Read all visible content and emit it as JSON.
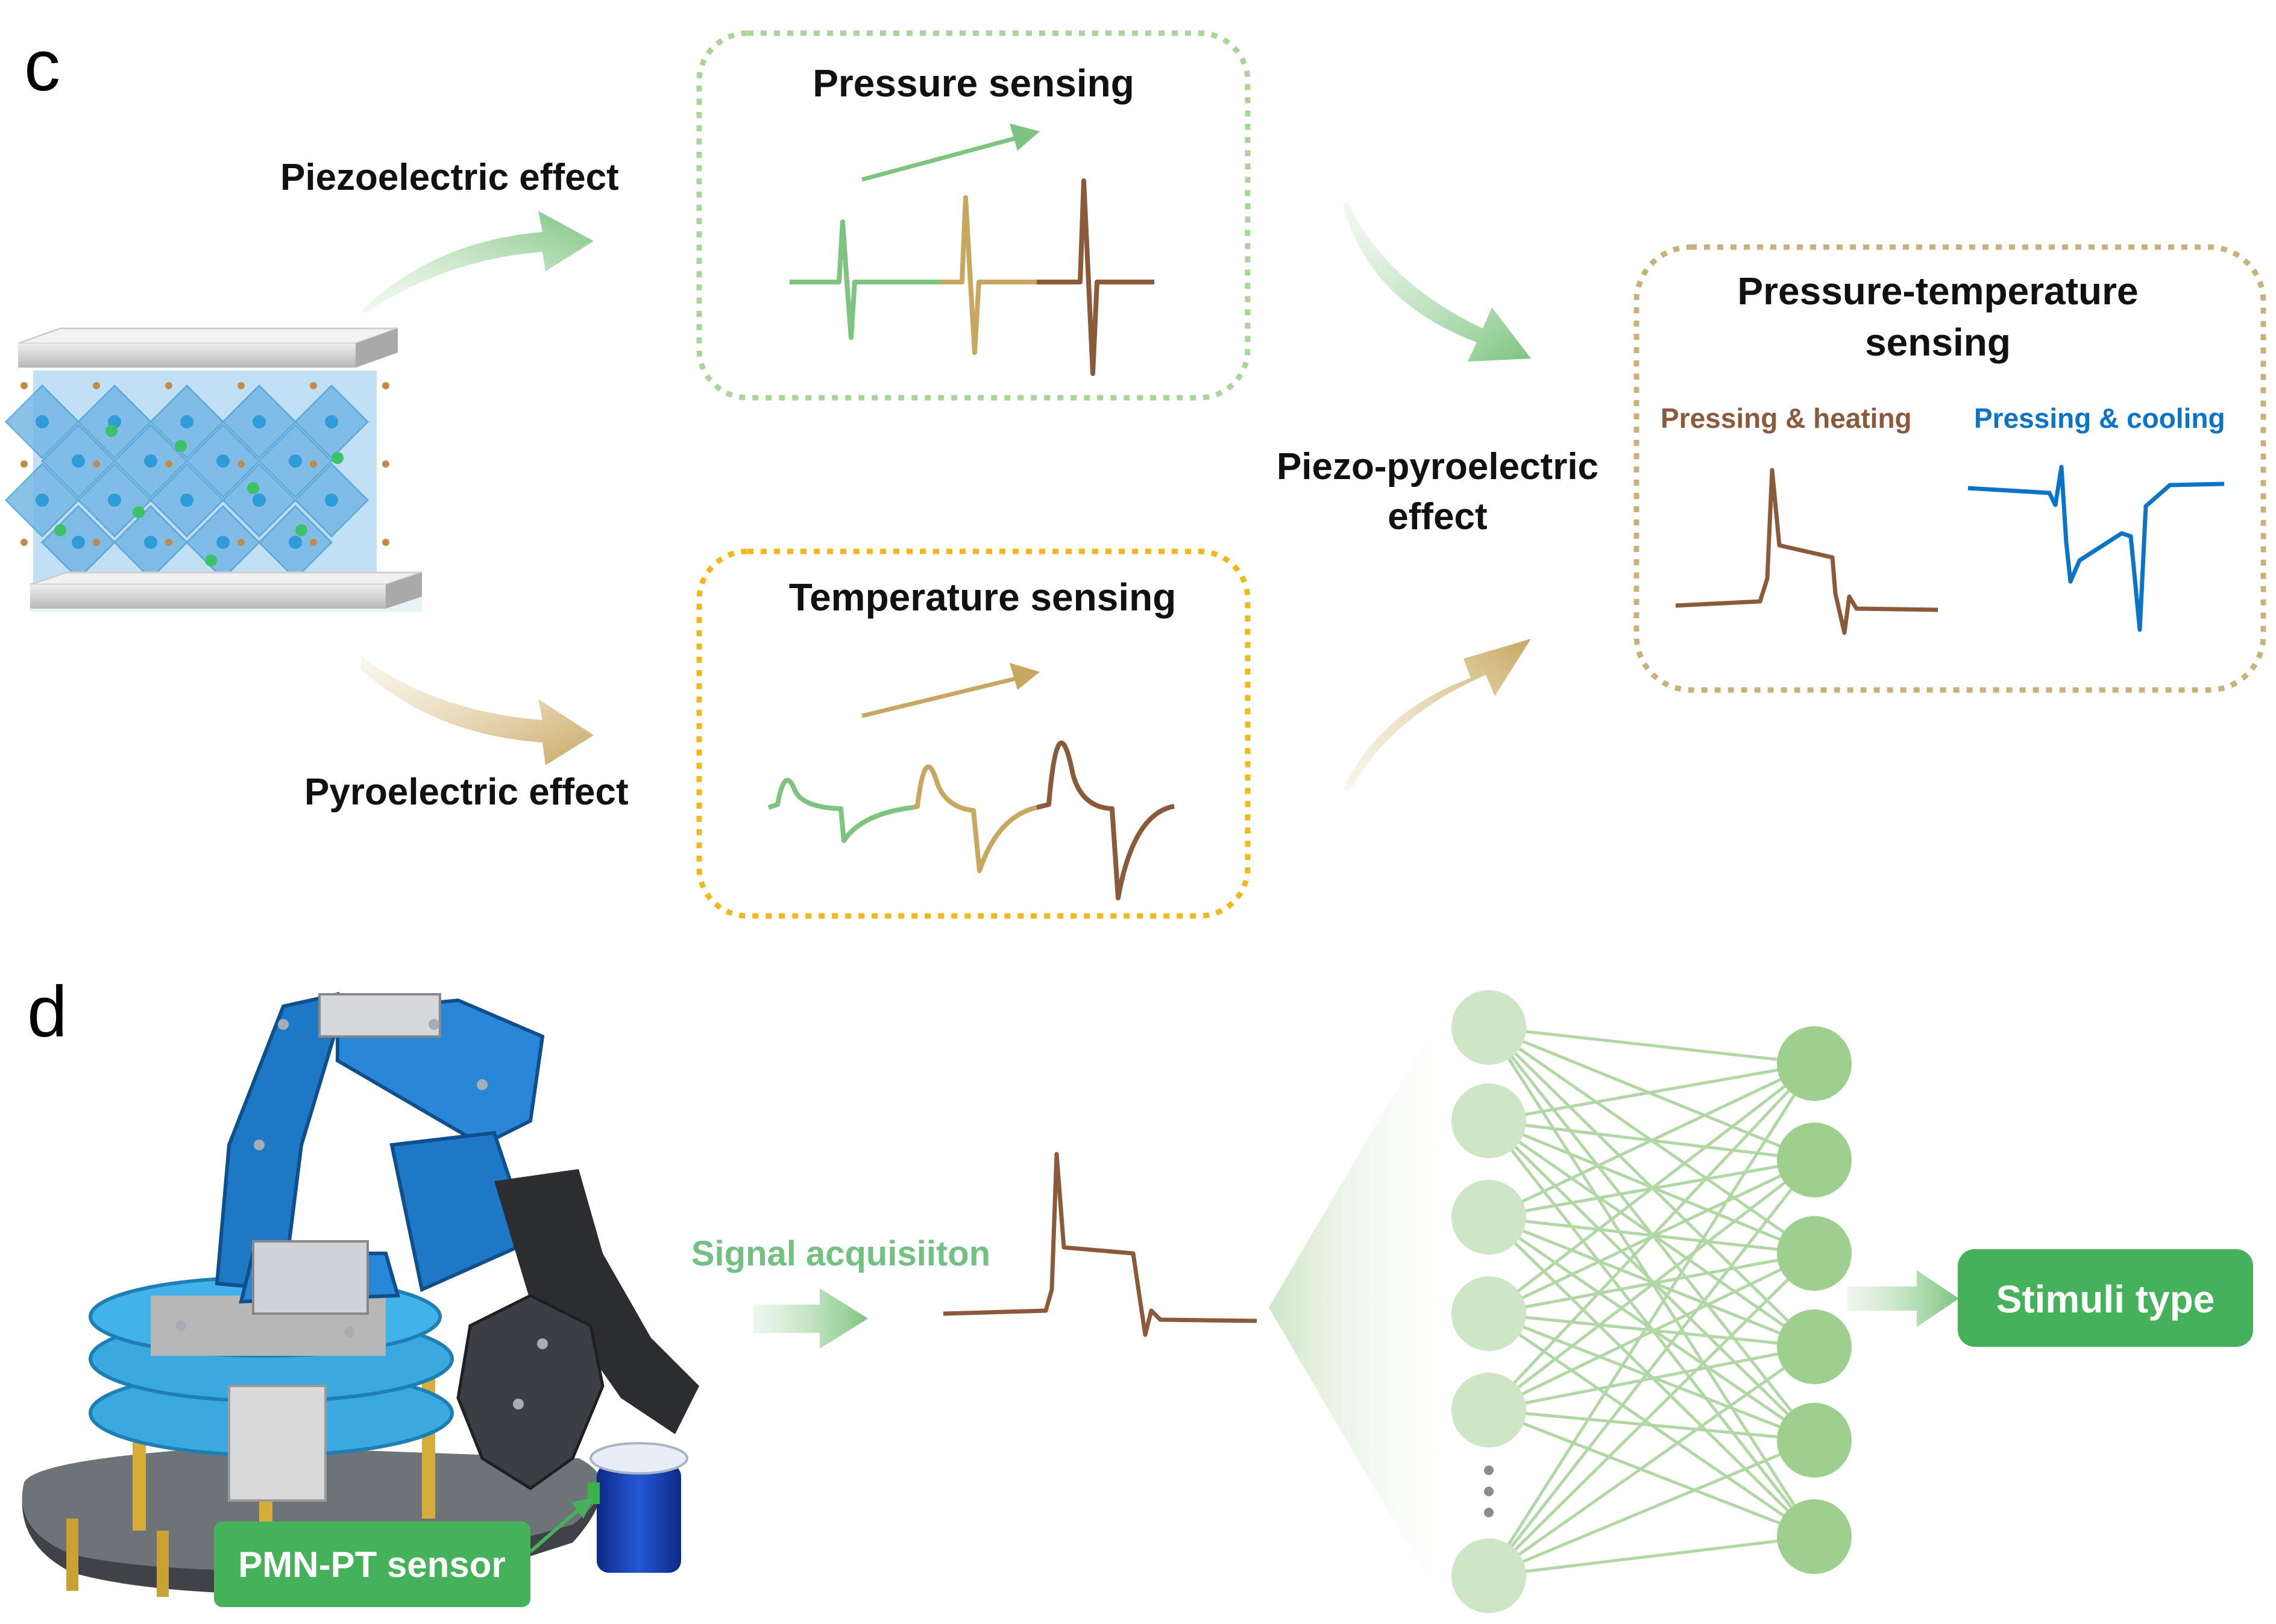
{
  "panels": {
    "c": "c",
    "d": "d"
  },
  "panel_c": {
    "piezo_label": "Piezoelectric effect",
    "pyro_label": "Pyroelectric effect",
    "pressure_box_title": "Pressure sensing",
    "temperature_box_title": "Temperature sensing",
    "combined_label_line1": "Piezo-pyroelectric",
    "combined_label_line2": "effect",
    "combined_box_title_line1": "Pressure-temperature",
    "combined_box_title_line2": "sensing",
    "heating_label": "Pressing & heating",
    "cooling_label": "Pressing & cooling"
  },
  "panel_d": {
    "signal_label": "Signal acquisiiton",
    "sensor_label": "PMN-PT sensor",
    "output_label": "Stimuli type"
  },
  "colors": {
    "green": "#7cc47f",
    "tan": "#c8a760",
    "brown": "#8a5a3b",
    "blue": "#0b74c6",
    "gold_border": "#f2b81b",
    "node_green": "#9fcf8f",
    "button_green": "#45b25b"
  },
  "icons": {
    "crystal": "perovskite-crystal-illustration",
    "robot": "robotic-arm-illustration",
    "network": "neural-network-diagram"
  }
}
